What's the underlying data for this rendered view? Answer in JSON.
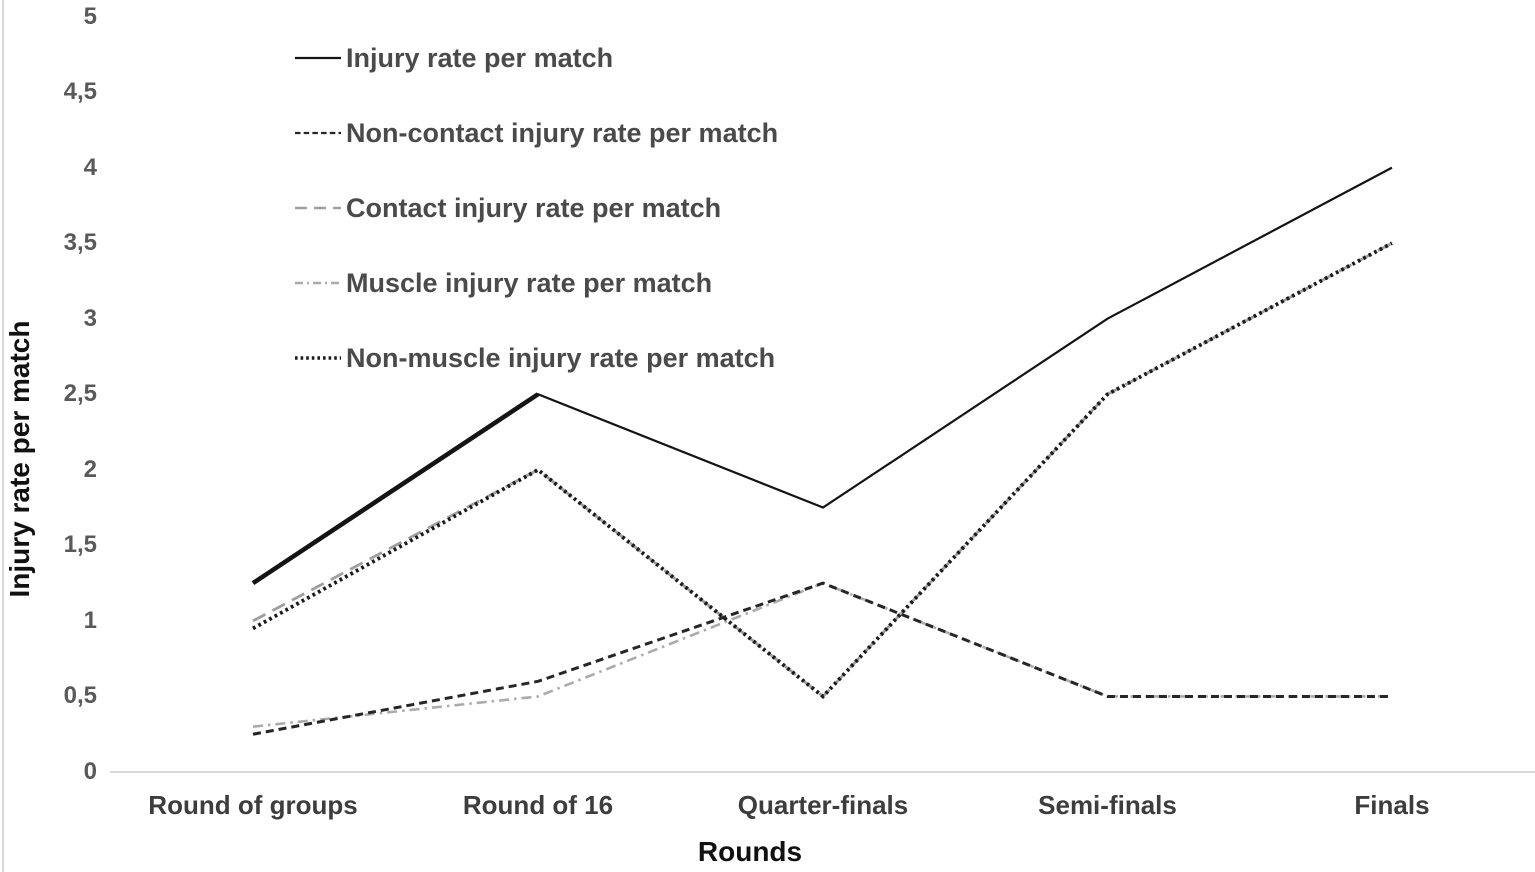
{
  "chart_data": {
    "type": "line",
    "title": "",
    "categories": [
      "Round of groups",
      "Round of 16",
      "Quarter-finals",
      "Semi-finals",
      "Finals"
    ],
    "xlabel": "Rounds",
    "ylabel": "Injury rate per match",
    "ylim": [
      0,
      5
    ],
    "y_tick_step": 0.5,
    "y_tick_labels": [
      "5",
      "4,5",
      "4",
      "3,5",
      "3",
      "2,5",
      "2",
      "1,5",
      "1",
      "0,5",
      "0"
    ],
    "decimal_separator": ",",
    "grid": false,
    "legend_position": "inside-top-left",
    "axis_color": "#d9d9d9",
    "series": [
      {
        "name": "Injury rate per match",
        "style": "solid",
        "color": "#141414",
        "values": [
          1.25,
          2.5,
          1.75,
          3,
          4
        ]
      },
      {
        "name": "Non-contact injury rate per match",
        "style": "dash",
        "color": "#262626",
        "values": [
          0.25,
          0.6,
          1.25,
          0.5,
          0.5
        ]
      },
      {
        "name": "Contact injury rate per match",
        "style": "long-dash",
        "color": "#9f9f9f",
        "values": [
          1,
          2,
          0.5,
          2.5,
          3.5
        ]
      },
      {
        "name": "Muscle injury rate per match",
        "style": "dash-dot",
        "color": "#ababab",
        "values": [
          0.3,
          0.5,
          1.25,
          0.5,
          0.5
        ]
      },
      {
        "name": "Non-muscle injury rate per match",
        "style": "dot",
        "color": "#1a1a1a",
        "values": [
          0.95,
          2,
          0.5,
          2.5,
          3.5
        ]
      }
    ]
  }
}
